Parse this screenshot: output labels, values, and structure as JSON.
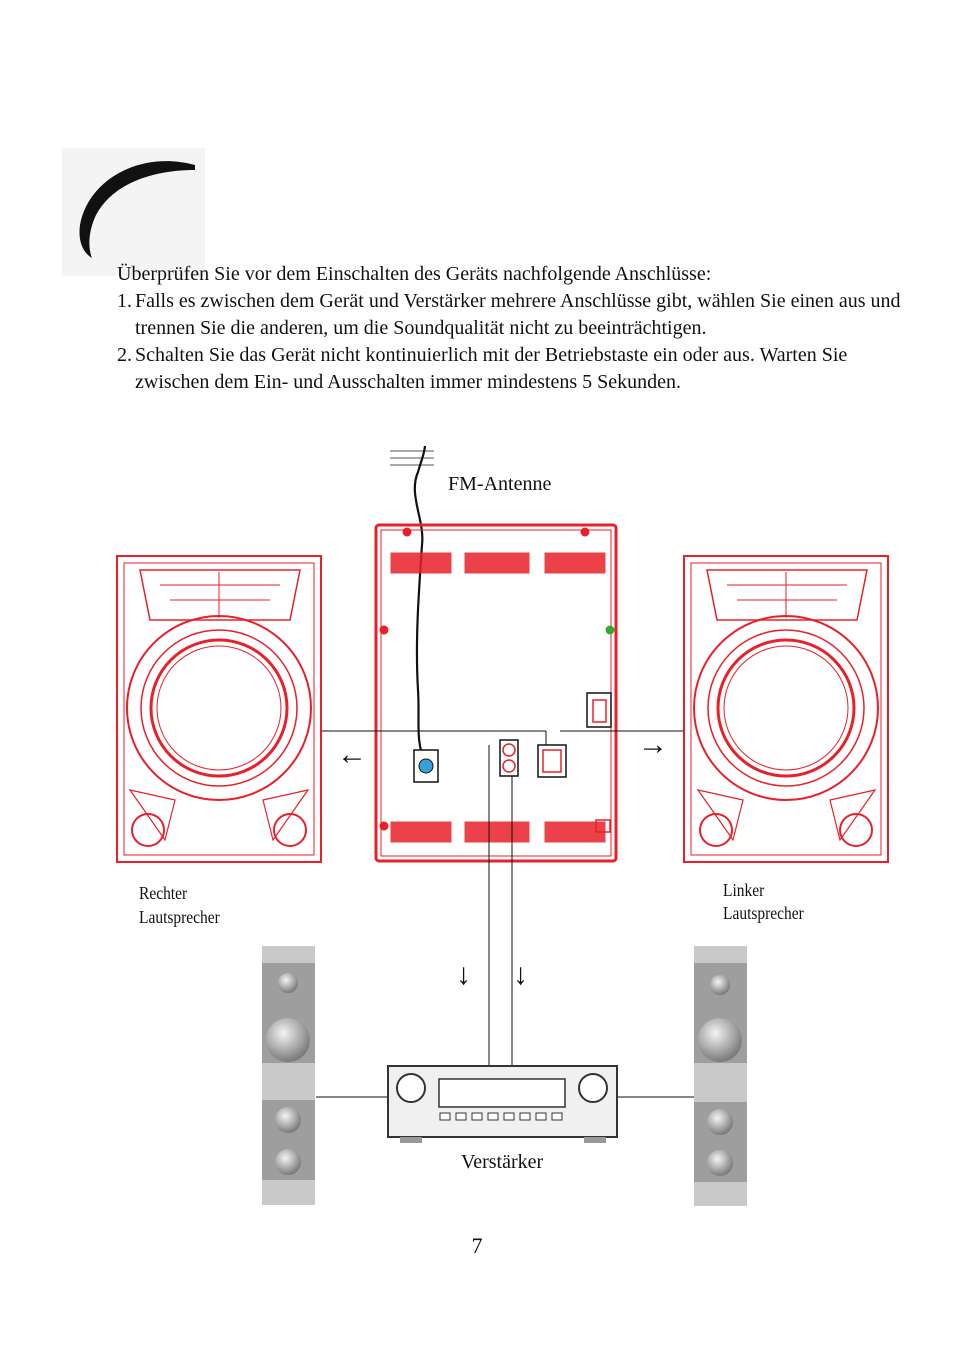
{
  "intro": "Überprüfen Sie vor dem Einschalten des Geräts nachfolgende Anschlüsse:",
  "steps": [
    {
      "num": "1.",
      "text": "Falls es zwischen dem Gerät und Verstärker mehrere Anschlüsse gibt, wählen Sie einen aus und trennen Sie die anderen, um die Soundqualität nicht zu beeinträchtigen."
    },
    {
      "num": "2.",
      "text": "Schalten Sie das Gerät nicht kontinuierlich mit der Betriebstaste ein oder aus. Warten Sie zwischen dem Ein- und Ausschalten immer mindestens 5 Sekunden."
    }
  ],
  "labels": {
    "antenna": "FM-Antenne",
    "right_speaker_1": "Rechter",
    "right_speaker_2": "Lautsprecher",
    "left_speaker_1": "Linker",
    "left_speaker_2": "Lautsprecher",
    "amplifier": "Verstärker"
  },
  "arrows": {
    "left": "←",
    "right": "→",
    "down": "↓"
  },
  "page_number": "7",
  "colors": {
    "diagram_red": "#e8202a",
    "text": "#111111",
    "tower_grey": "#a8a8a8"
  }
}
